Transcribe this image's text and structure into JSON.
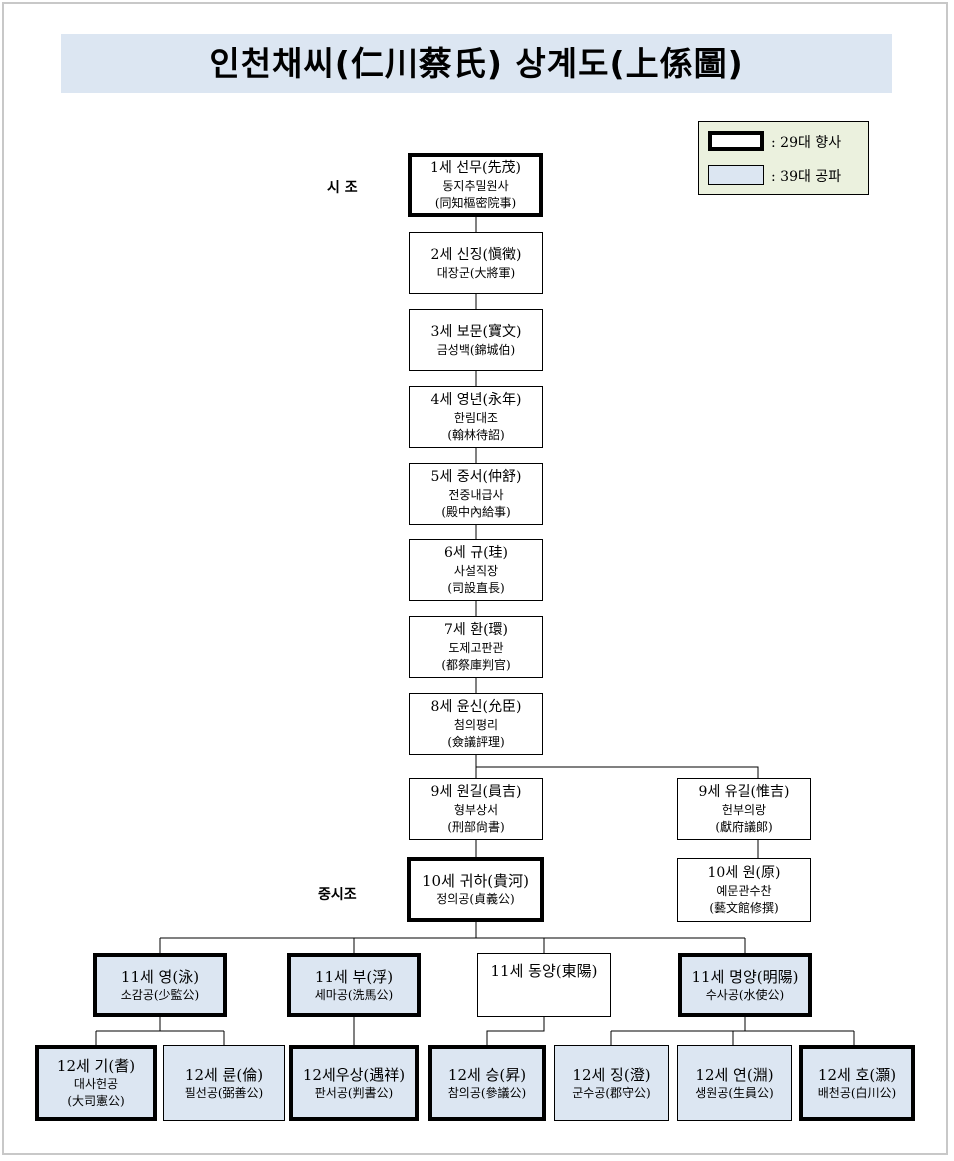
{
  "title": "인천채씨(仁川蔡氏) 상계도(上係圖)",
  "legend": [
    {
      "label": ": 29대 향사",
      "style": "thick border"
    },
    {
      "label": ": 39대 공파",
      "style": "blue fill"
    }
  ],
  "side_labels": {
    "sijo": "시 조",
    "jungsijo": "중시조"
  },
  "nodes": {
    "g1": {
      "l1": "1세 선무(先茂)",
      "l2": "동지추밀원사",
      "l3": "(同知樞密院事)"
    },
    "g2": {
      "l1": "2세 신징(愼徵)",
      "l2": "대장군(大將軍)"
    },
    "g3": {
      "l1": "3세 보문(寶文)",
      "l2": "금성백(錦城伯)"
    },
    "g4": {
      "l1": "4세 영년(永年)",
      "l2": "한림대조",
      "l3": "(翰林待詔)"
    },
    "g5": {
      "l1": "5세 중서(仲舒)",
      "l2": "전중내급사",
      "l3": "(殿中內給事)"
    },
    "g6": {
      "l1": "6세 규(珪)",
      "l2": "사설직장",
      "l3": "(司設直長)"
    },
    "g7": {
      "l1": "7세 환(環)",
      "l2": "도제고판관",
      "l3": "(都祭庫判官)"
    },
    "g8": {
      "l1": "8세 윤신(允臣)",
      "l2": "첨의평리",
      "l3": "(僉議評理)"
    },
    "g9a": {
      "l1": "9세 원길(員吉)",
      "l2": "형부상서",
      "l3": "(刑部尙書)"
    },
    "g9b": {
      "l1": "9세 유길(惟吉)",
      "l2": "헌부의랑",
      "l3": "(獻府議郞)"
    },
    "g10a": {
      "l1": "10세 귀하(貴河)",
      "l2": "정의공(貞義公)"
    },
    "g10b": {
      "l1": "10세 원(原)",
      "l2": "예문관수찬",
      "l3": "(藝文館修撰)"
    },
    "g11a": {
      "l1": "11세 영(泳)",
      "l2": "소감공(少監公)"
    },
    "g11b": {
      "l1": "11세 부(浮)",
      "l2": "세마공(洗馬公)"
    },
    "g11c": {
      "l1": "11세 동양(東陽)"
    },
    "g11d": {
      "l1": "11세 명양(明陽)",
      "l2": "수사공(水使公)"
    },
    "g12a": {
      "l1": "12세 기(耆)",
      "l2": "대사헌공",
      "l3": "(大司憲公)"
    },
    "g12b": {
      "l1": "12세 륜(倫)",
      "l2": "필선공(弼善公)"
    },
    "g12c": {
      "l1": "12세우상(遇祥)",
      "l2": "판서공(判書公)"
    },
    "g12d": {
      "l1": "12세 승(昇)",
      "l2": "참의공(參議公)"
    },
    "g12e": {
      "l1": "12세 징(澄)",
      "l2": "군수공(郡守公)"
    },
    "g12f": {
      "l1": "12세 연(淵)",
      "l2": "생원공(生員公)"
    },
    "g12g": {
      "l1": "12세 호(灝)",
      "l2": "배천공(白川公)"
    }
  }
}
